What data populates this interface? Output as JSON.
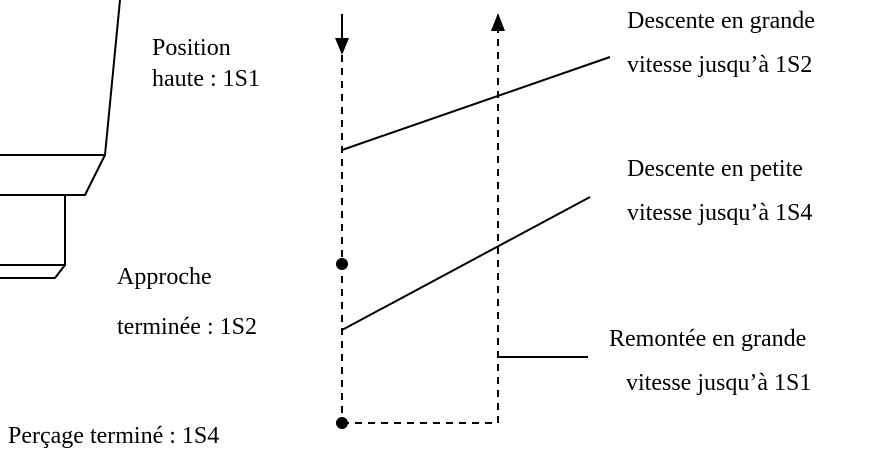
{
  "labels": {
    "position_haute_1": "Position",
    "position_haute_2": "haute : 1S1",
    "approche_1": "Approche",
    "approche_2": "terminée : 1S2",
    "percage": "Perçage terminé : 1S4",
    "descente_gv_1": "Descente en grande",
    "descente_gv_2": "vitesse jusqu’à 1S2",
    "descente_pv_1": "Descente en petite",
    "descente_pv_2": "vitesse jusqu’à 1S4",
    "remontee_1": "Remontée en grande",
    "remontee_2": "vitesse jusqu’à 1S1"
  }
}
